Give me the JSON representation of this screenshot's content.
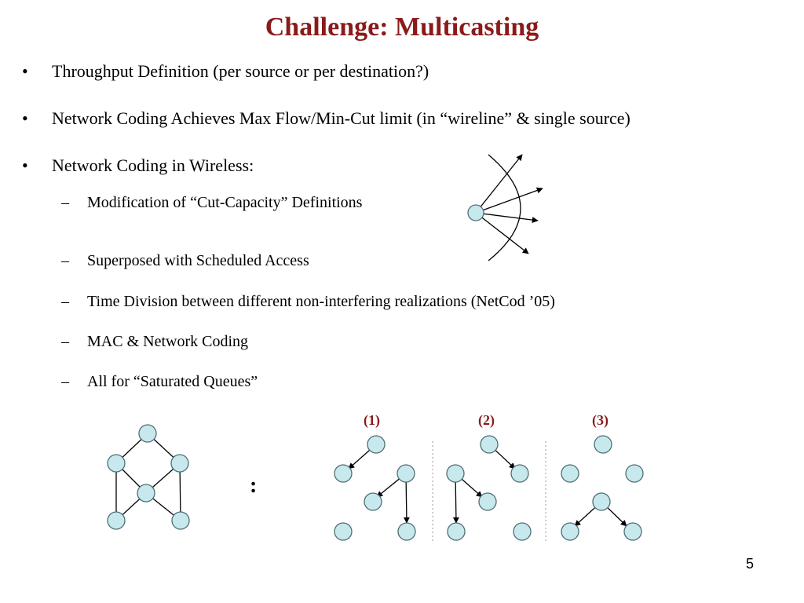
{
  "slide": {
    "title": "Challenge: Multicasting",
    "page_number": "5",
    "bullet_symbol": "•",
    "dash_symbol": "–",
    "bullets": [
      "Throughput Definition  (per source or per destination?)",
      "Network Coding Achieves Max Flow/Min-Cut limit  (in “wireline” & single source)",
      "Network Coding in Wireless:"
    ],
    "sub_bullets": [
      "Modification of “Cut-Capacity” Definitions",
      "Superposed with Scheduled Access",
      "Time Division between different non-interfering realizations  (NetCod ’05)",
      "MAC & Network Coding",
      "All for “Saturated Queues”"
    ]
  },
  "diagram": {
    "separator": ":",
    "panels": [
      {
        "label": "(1)"
      },
      {
        "label": "(2)"
      },
      {
        "label": "(3)"
      }
    ],
    "colors": {
      "node_fill": "#c7e8ec",
      "node_stroke": "#4f6f74",
      "label_color": "#8b1a1a",
      "title_color": "#8b1a1a"
    }
  }
}
